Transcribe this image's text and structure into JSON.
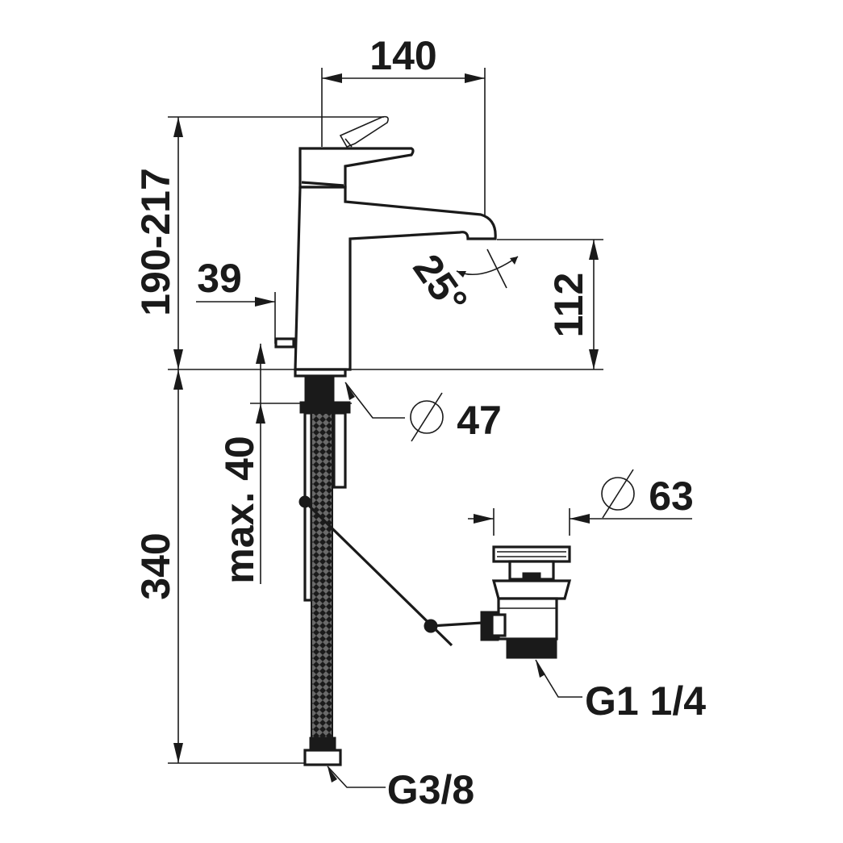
{
  "dimensions": {
    "width_top": "140",
    "height_total": "190-217",
    "base_offset": "39",
    "spout_angle": "25°",
    "spout_height": "112",
    "base_diameter": "Ø 47",
    "base_diameter_value": "47",
    "pop_up_max": "max. 40",
    "waste_diameter_value": "63",
    "connection_height": "340",
    "waste_thread": "G1 1/4",
    "supply_thread": "G3/8"
  },
  "colors": {
    "ink": "#1a1a1a",
    "background": "#ffffff"
  },
  "icons": [
    "diameter-symbol-icon"
  ]
}
